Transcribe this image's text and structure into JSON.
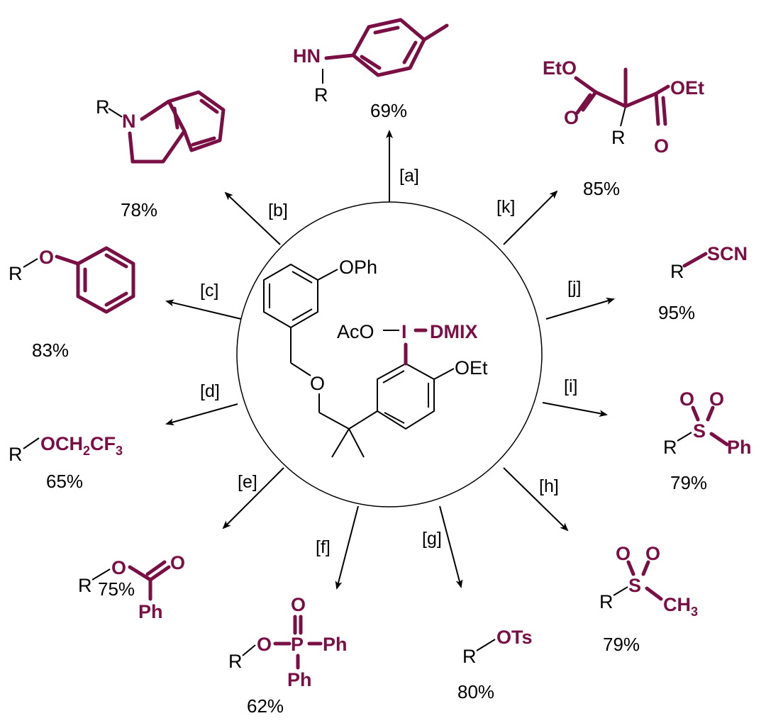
{
  "accent_color": "#7a0f45",
  "center": {
    "oph": "OPh",
    "aco": "AcO",
    "iodine": "I",
    "dmix": "DMIX",
    "oet": "OEt",
    "ether_o": "O"
  },
  "reactions": [
    {
      "id": "a",
      "label": "[a]",
      "yield": "69%",
      "parts": {
        "hn": "HN",
        "r": "R"
      }
    },
    {
      "id": "b",
      "label": "[b]",
      "yield": "78%",
      "parts": {
        "r": "R",
        "n": "N"
      }
    },
    {
      "id": "c",
      "label": "[c]",
      "yield": "83%",
      "parts": {
        "r": "R",
        "o": "O"
      }
    },
    {
      "id": "d",
      "label": "[d]",
      "yield": "65%",
      "parts": {
        "r": "R",
        "och2": "OCH",
        "sub2": "2",
        "cf": "CF",
        "sub3": "3"
      }
    },
    {
      "id": "e",
      "label": "[e]",
      "yield": "75%",
      "parts": {
        "r": "R",
        "o": "O",
        "o2": "O",
        "ph": "Ph"
      }
    },
    {
      "id": "f",
      "label": "[f]",
      "yield": "62%",
      "parts": {
        "r": "R",
        "o": "O",
        "p": "P",
        "o2": "O",
        "ph1": "Ph",
        "ph2": "Ph"
      }
    },
    {
      "id": "g",
      "label": "[g]",
      "yield": "80%",
      "parts": {
        "r": "R",
        "ots": "OTs"
      }
    },
    {
      "id": "h",
      "label": "[h]",
      "yield": "79%",
      "parts": {
        "r": "R",
        "s": "S",
        "o1": "O",
        "o2": "O",
        "ch": "CH",
        "sub3": "3"
      }
    },
    {
      "id": "i",
      "label": "[i]",
      "yield": "79%",
      "parts": {
        "r": "R",
        "s": "S",
        "o1": "O",
        "o2": "O",
        "ph": "Ph"
      }
    },
    {
      "id": "j",
      "label": "[j]",
      "yield": "95%",
      "parts": {
        "r": "R",
        "scn": "SCN"
      }
    },
    {
      "id": "k",
      "label": "[k]",
      "yield": "85%",
      "parts": {
        "eto": "EtO",
        "oet": "OEt",
        "o1": "O",
        "o2": "O",
        "r": "R"
      }
    }
  ]
}
